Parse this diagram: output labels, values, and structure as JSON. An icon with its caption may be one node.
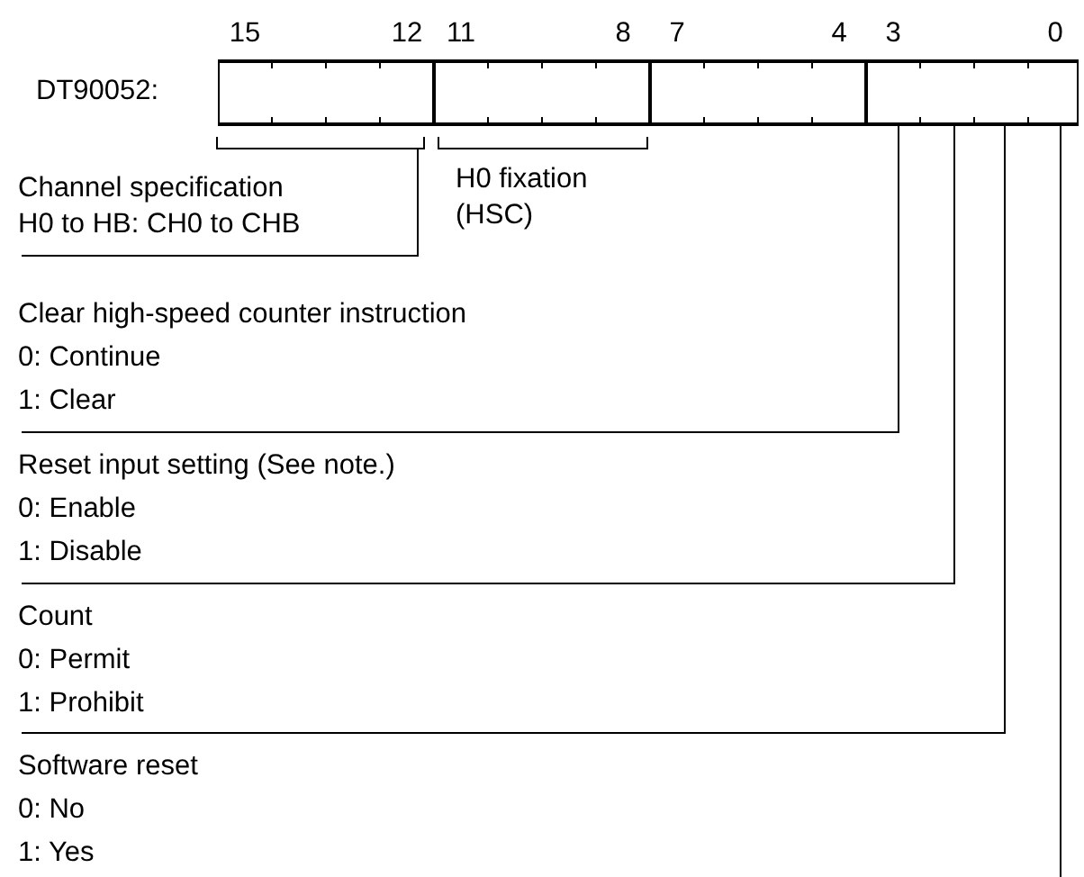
{
  "diagram": {
    "nodes": [
      {
        "text": [],
        "shape": "box"
      },
      {
        "text": [],
        "shape": "box"
      },
      {
        "text": [],
        "shape": "box"
      },
      {
        "text": [],
        "shape": "box"
      },
      {
        "text": [],
        "shape": "bracket"
      },
      {
        "text": [],
        "shape": "bracket"
      },
      {
        "text": [
          "Channel specification",
          "H0 to HB: CH0 to CHB"
        ]
      },
      {
        "text": [
          "H0 fixation",
          "(HSC)"
        ]
      },
      {
        "text": [
          "Clear high-speed counter instruction",
          "0: Continue",
          "1: Clear"
        ]
      },
      {
        "text": [
          "Reset input setting (See note.)",
          "0: Enable",
          "1: Disable"
        ]
      },
      {
        "text": [
          "Count",
          "0: Permit",
          "1: Prohibit"
        ]
      },
      {
        "text": [
          "Software reset",
          "0: No",
          "1: Yes"
        ]
      }
    ],
    "edges": [
      {
        "from": 6,
        "to": 4,
        "arrow": "none"
      },
      {
        "from": 8,
        "to": 3,
        "arrow": "none"
      },
      {
        "from": 9,
        "to": 3,
        "arrow": "none"
      },
      {
        "from": 10,
        "to": 3,
        "arrow": "none"
      },
      {
        "from": null,
        "to": 3,
        "arrow": "none"
      }
    ],
    "labels": [
      "15",
      "12",
      "11",
      "8",
      "7",
      "4",
      "3",
      "0",
      "DT90052:"
    ]
  }
}
